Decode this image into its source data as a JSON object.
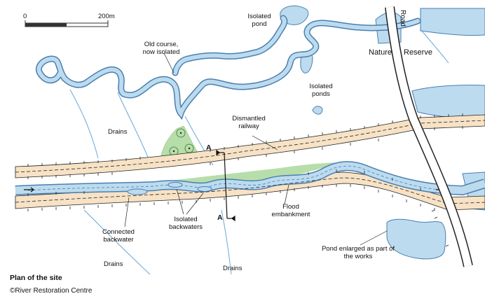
{
  "scale": {
    "zero": "0",
    "end": "200m"
  },
  "labels": {
    "isolated_pond": "Isolated pond",
    "old_course": "Old course, now isolated",
    "road": "Road",
    "nature_reserve_left": "Nature",
    "nature_reserve_right": "Reserve",
    "isolated_ponds": "Isolated ponds",
    "drains_left": "Drains",
    "dismantled_railway": "Dismantled railway",
    "section_top": "A",
    "section_bottom": "A",
    "flood_embankment": "Flood embankment",
    "connected_backwater": "Connected backwater",
    "isolated_backwaters": "Isolated backwaters",
    "pond_enlarged": "Pond enlarged as part of the works",
    "drains_bottom_left": "Drains",
    "drains_bottom_mid": "Drains"
  },
  "caption": {
    "title": "Plan of the site",
    "credit": "©River Restoration Centre"
  },
  "colors": {
    "water": "#bcdbee",
    "water_stroke": "#4a7fb0",
    "embankment": "#f7e2c6",
    "green": "#b7deaa",
    "drain": "#6aa9d8"
  }
}
